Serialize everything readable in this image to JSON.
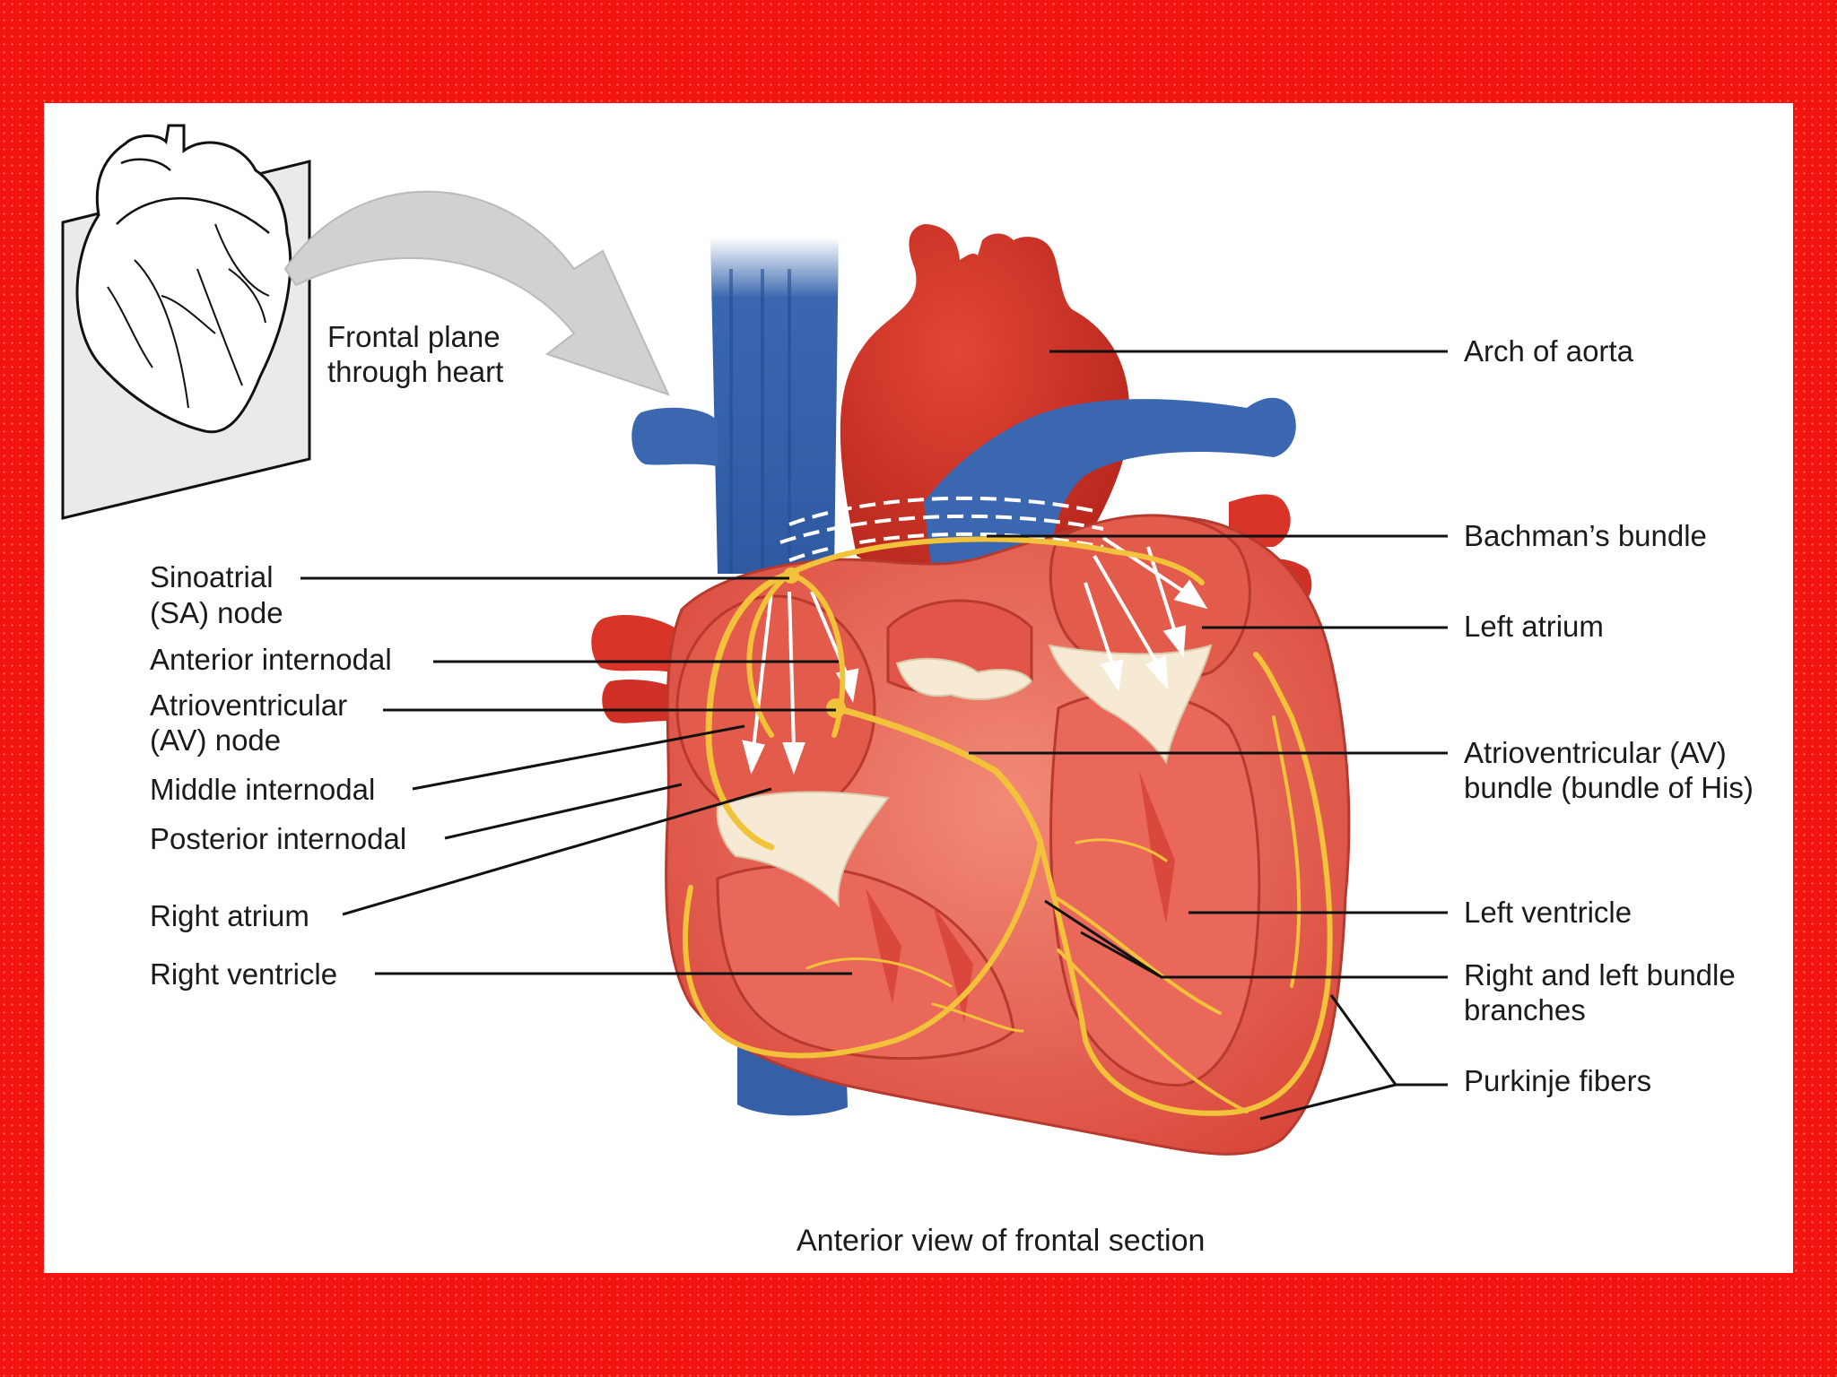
{
  "inset": {
    "label_line1": "Frontal plane",
    "label_line2": "through heart"
  },
  "labels_left": {
    "sa_node_line1": "Sinoatrial",
    "sa_node_line2": "(SA) node",
    "anterior_internodal": "Anterior internodal",
    "av_node_line1": "Atrioventricular",
    "av_node_line2": "(AV) node",
    "middle_internodal": "Middle internodal",
    "posterior_internodal": "Posterior internodal",
    "right_atrium": "Right atrium",
    "right_ventricle": "Right ventricle"
  },
  "labels_right": {
    "arch_of_aorta": "Arch of aorta",
    "bachmans_bundle": "Bachman’s bundle",
    "left_atrium": "Left atrium",
    "av_bundle_line1": "Atrioventricular (AV)",
    "av_bundle_line2": "bundle (bundle of His)",
    "left_ventricle": "Left ventricle",
    "bundle_branches_line1": "Right and left bundle",
    "bundle_branches_line2": "branches",
    "purkinje_fibers": "Purkinje fibers"
  },
  "caption": "Anterior view of frontal section",
  "colors": {
    "frame": "#f4140f",
    "muscle": "#e8574a",
    "muscle_light": "#f07a68",
    "aorta": "#d83428",
    "vein": "#3a67b0",
    "conduction": "#f2c23a",
    "valve": "#f6ead4"
  }
}
